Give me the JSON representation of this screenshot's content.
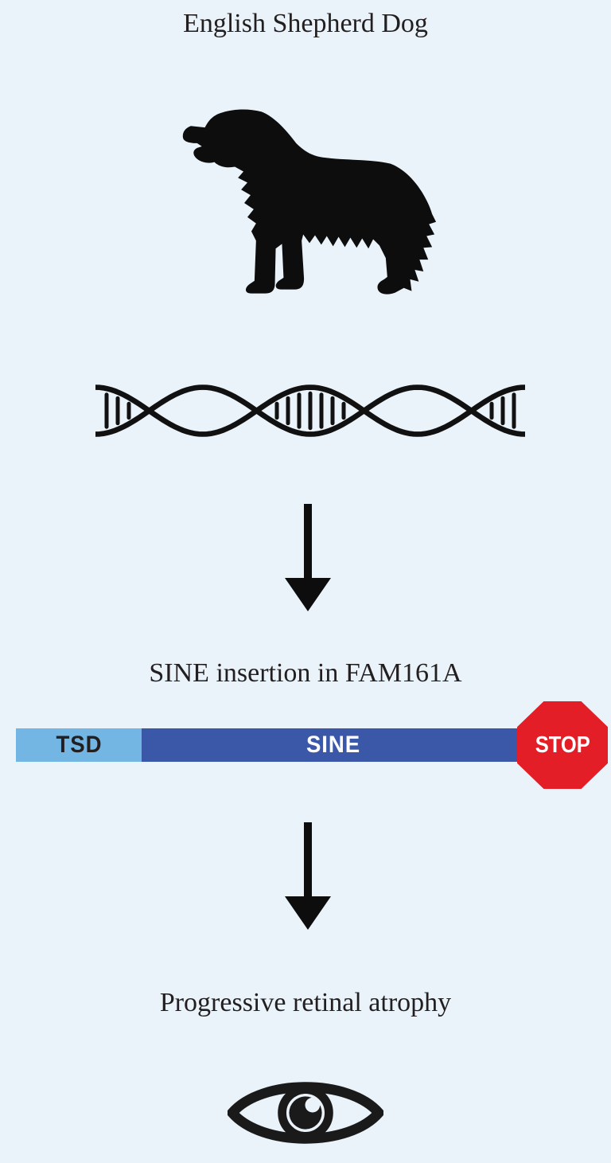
{
  "background_color": "#eaf3fa",
  "ink_color": "#231f20",
  "title": "English Shepherd Dog",
  "flow": {
    "mutation_label": "SINE insertion in FAM161A",
    "outcome_label": "Progressive retinal atrophy"
  },
  "gene_bar": {
    "segments": [
      {
        "label": "TSD",
        "color": "#74b6e3",
        "text_color": "#231f20"
      },
      {
        "label": "SINE",
        "color": "#3b57a8",
        "text_color": "#ffffff"
      }
    ],
    "stop": {
      "label": "STOP",
      "color": "#e41e26",
      "text_color": "#ffffff"
    }
  },
  "icons": {
    "dog": "english-shepherd-dog-silhouette",
    "dna": "dna-double-helix",
    "arrow1": "down-arrow",
    "arrow2": "down-arrow",
    "eye": "eye"
  }
}
